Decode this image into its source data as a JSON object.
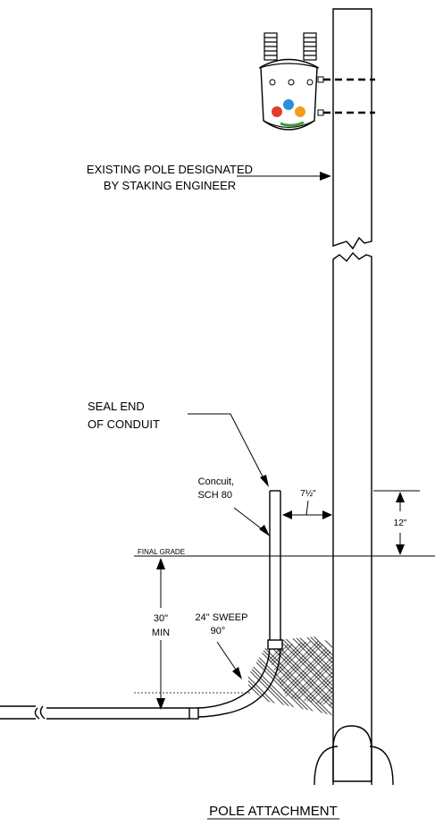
{
  "labels": {
    "existing_pole_line1": "EXISTING POLE DESIGNATED",
    "existing_pole_line2": "BY STAKING ENGINEER",
    "seal_end_line1": "SEAL END",
    "seal_end_line2": "OF CONDUIT",
    "conduit_line1": "Concuit,",
    "conduit_line2": "SCH 80",
    "offset_dim": "7½\"",
    "height_dim": "12\"",
    "final_grade": "FINAL GRADE",
    "depth_line1": "30\"",
    "depth_line2": "MIN",
    "sweep_line1": "24\" SWEEP",
    "sweep_line2": "90°",
    "caption": "POLE ATTACHMENT"
  }
}
